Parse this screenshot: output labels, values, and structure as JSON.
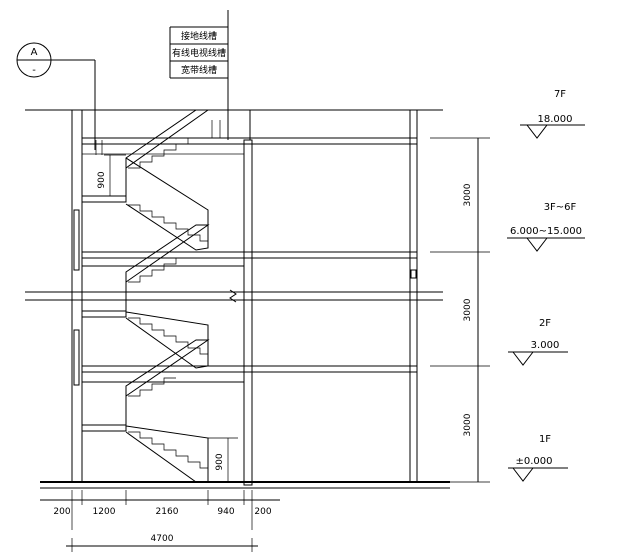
{
  "axis_marker": {
    "letter": "A",
    "sub": "-"
  },
  "legend": [
    "接地线槽",
    "有线电视线槽",
    "宽带线槽"
  ],
  "levels": [
    {
      "floor": "7F",
      "elevation": "18.000"
    },
    {
      "floor": "3F~6F",
      "elevation": "6.000~15.000"
    },
    {
      "floor": "2F",
      "elevation": "3.000"
    },
    {
      "floor": "1F",
      "elevation": "±0.000"
    }
  ],
  "storey_heights": [
    "3000",
    "3000",
    "3000"
  ],
  "rail_heights": [
    "900",
    "900"
  ],
  "bottom_dims": [
    "200",
    "1200",
    "2160",
    "940",
    "200"
  ],
  "overall_dim": "4700",
  "colors": {
    "line": "#000000",
    "background": "#ffffff"
  }
}
